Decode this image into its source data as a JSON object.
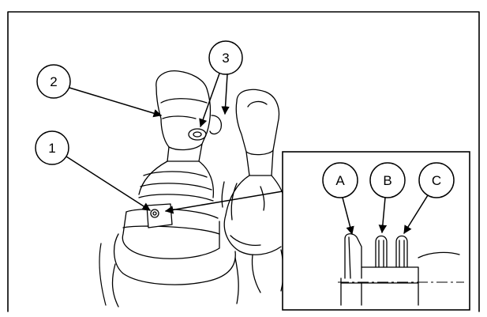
{
  "figure": {
    "header_fragment": "",
    "colors": {
      "ink": "#000000",
      "paper": "#ffffff"
    }
  },
  "callouts": {
    "c1": "1",
    "c2": "2",
    "c3": "3"
  },
  "detail_callouts": {
    "a": "A",
    "b": "B",
    "c": "C"
  }
}
